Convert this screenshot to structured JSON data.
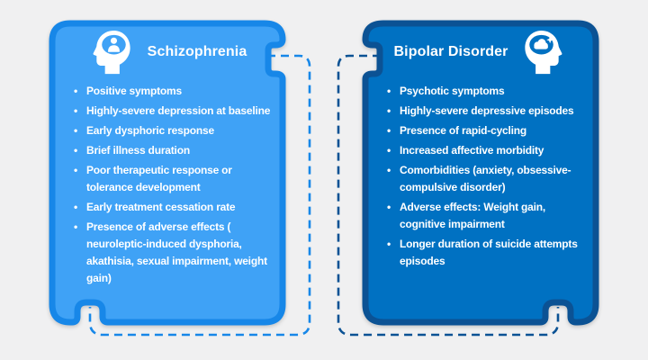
{
  "slide": {
    "background": "#f0f0f1",
    "description": "comparison-infographic"
  },
  "colors": {
    "left_card_fill": "#3fa2f6",
    "left_card_border": "#1787e8",
    "left_dash": "#1787e8",
    "right_card_fill": "#0071c2",
    "right_card_border": "#0b5294",
    "right_dash": "#0b5294",
    "text": "#ffffff"
  },
  "left_card": {
    "title": "Schizophrenia",
    "icon": "head-profile-with-person-in-brain-icon",
    "items": [
      "Positive symptoms",
      "Highly-severe depression at baseline",
      "Early dysphoric response",
      "Brief illness duration",
      "Poor therapeutic response or tolerance development",
      "Early treatment cessation rate",
      "Presence of adverse effects ( neuroleptic-induced dysphoria, akathisia, sexual impairment, weight gain)"
    ]
  },
  "right_card": {
    "title": "Bipolar Disorder",
    "icon": "head-profile-with-storm-cloud-in-brain-icon",
    "items": [
      "Psychotic symptoms",
      "Highly-severe depressive episodes",
      "Presence of rapid-cycling",
      "Increased affective morbidity",
      "Comorbidities (anxiety, obsessive-compulsive disorder)",
      "Adverse effects: Weight gain, cognitive impairment",
      "Longer duration of suicide attempts episodes"
    ]
  }
}
